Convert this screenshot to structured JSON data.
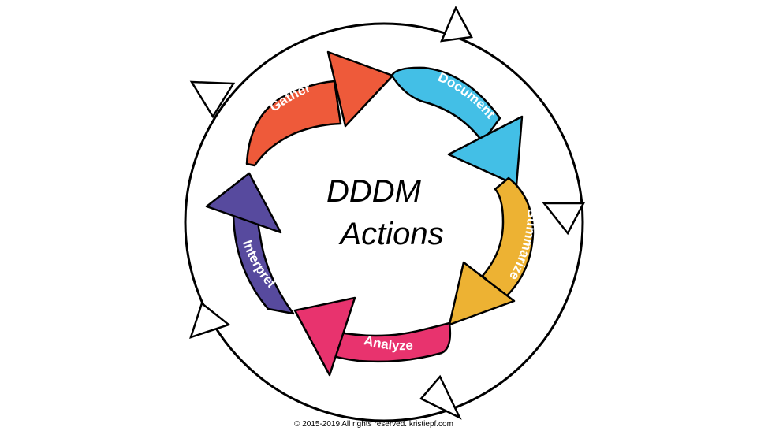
{
  "title": {
    "line1": "DDDM",
    "line2": "Actions"
  },
  "copyright": "© 2015-2019 All rights reserved. kristiepf.com",
  "steps": [
    {
      "label": "Gather",
      "color": "#ee5a3a"
    },
    {
      "label": "Document",
      "color": "#43bfe6"
    },
    {
      "label": "Summarize",
      "color": "#edb233"
    },
    {
      "label": "Analyze",
      "color": "#e8336e"
    },
    {
      "label": "Interpret",
      "color": "#574a9e"
    }
  ],
  "outer_ring": {
    "direction": "clockwise",
    "arrowheads": 5
  },
  "icons": [
    "cycle-arrow",
    "outer-ring-arrowhead"
  ]
}
